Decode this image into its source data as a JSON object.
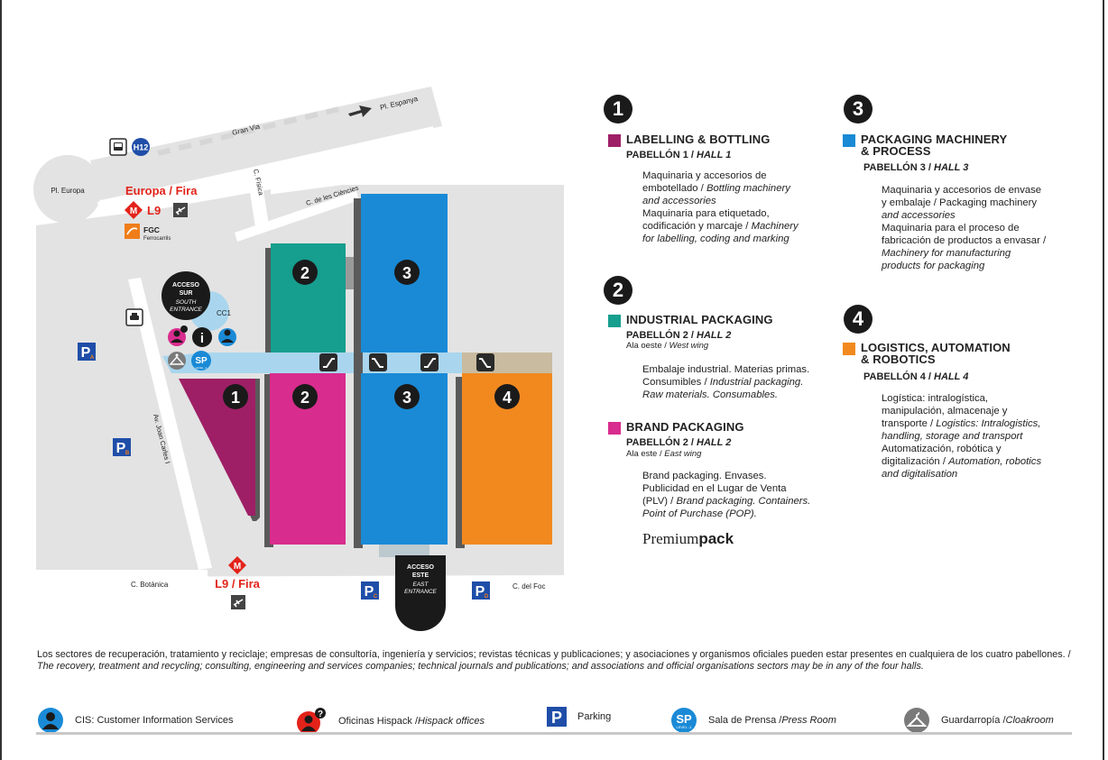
{
  "colors": {
    "hall1": "#9e1f66",
    "hall2_industrial": "#169e8e",
    "hall2_brand": "#d82c8e",
    "hall3": "#1a8ad6",
    "hall4": "#f2891f",
    "walkway": "#a9d6ee",
    "road": "#e3e3e3",
    "metro_red": "#e2231a",
    "fgc_orange": "#f07d19",
    "parking_blue": "#1f4ea8",
    "press_blue": "#1a8ad6"
  },
  "map": {
    "streets": {
      "gran_via": "Gran Via",
      "pl_espanya": "Pl. Espanya",
      "pl_europa": "Pl. Europa",
      "c_fisica": "C. Física",
      "c_ciencies": "C. de les Ciències",
      "av_joan_carles": "Av. Joan Carles I",
      "c_botanica": "C. Botànica",
      "c_foc": "C. del Foc"
    },
    "stations": {
      "europa_fira": "Europa / Fira",
      "l9_top": "L9",
      "l9_fira": "L9 / Fira",
      "fgc": "FGC",
      "ferrocarrils": "Ferrocarrils",
      "bus_line": "H12"
    },
    "south_entrance": {
      "line1": "ACCESO",
      "line2": "SUR",
      "line3": "SOUTH",
      "line4": "ENTRANCE"
    },
    "east_entrance": {
      "line1": "ACCESO",
      "line2": "ESTE",
      "line3": "EAST",
      "line4": "ENTRANCE"
    },
    "cc1": "CC1",
    "parking_letters": [
      "A",
      "B",
      "C",
      "D"
    ],
    "parking_symbol": "P",
    "level_text": "LEVEL -1",
    "sp": "SP",
    "info": "i",
    "hall_numbers": {
      "h1": "1",
      "h2a": "2",
      "h2b": "2",
      "h3a": "3",
      "h3b": "3",
      "h4": "4"
    }
  },
  "sections": [
    {
      "number": "1",
      "title": "LABELLING & BOTTLING",
      "pav": "PABELLÓN 1 / ",
      "hall": "HALL 1",
      "d1": "Maquinaria y accesorios de",
      "d2a": "embotellado / ",
      "d2b": "Bottling machinery",
      "d3": "and accessories",
      "d4": "Maquinaria para etiquetado,",
      "d5a": "codificación y marcaje / ",
      "d5b": "Machinery",
      "d6": "for labelling, coding and marking"
    },
    {
      "number": "2",
      "title": "INDUSTRIAL PACKAGING",
      "pav": "PABELLÓN 2 / ",
      "hall": "HALL 2",
      "wing_a": "Ala oeste / ",
      "wing_b": "West wing",
      "d1": "Embalaje industrial. Materias primas.",
      "d2a": "Consumibles / ",
      "d2b": "Industrial packaging.",
      "d3": "Raw materials. Consumables."
    },
    {
      "title": "BRAND PACKAGING",
      "pav": "PABELLÓN 2 / ",
      "hall": "HALL 2",
      "wing_a": "Ala este / ",
      "wing_b": "East wing",
      "d1": "Brand packaging. Envases.",
      "d2": "Publicidad en el Lugar de Venta",
      "d3a": "(PLV) / ",
      "d3b": "Brand packaging. Containers.",
      "d4": "Point of Purchase (POP).",
      "premium_a": "Premium",
      "premium_b": "pack"
    },
    {
      "number": "3",
      "title": "PACKAGING MACHINERY\n& PROCESS",
      "pav": "PABELLÓN 3 / ",
      "hall": "HALL 3",
      "d1": "Maquinaria y accesorios de envase",
      "d2": "y embalaje / Packaging machinery",
      "d3": "and accessories",
      "d4": "Maquinaria para el proceso de",
      "d5": "fabricación de productos a envasar /",
      "d6": "Machinery for manufacturing",
      "d7": "products for packaging"
    },
    {
      "number": "4",
      "title": "LOGISTICS, AUTOMATION\n& ROBOTICS",
      "pav": "PABELLÓN 4 / ",
      "hall": "HALL 4",
      "d1": "Logística: intralogística,",
      "d2": "manipulación, almacenaje y",
      "d3a": "transporte / ",
      "d3b": "Logistics: Intralogistics,",
      "d4": "handling, storage and transport",
      "d5": "Automatización, robótica y",
      "d6a": "digitalización / ",
      "d6b": "Automation, robotics",
      "d7": "and digitalisation"
    }
  ],
  "footnote": {
    "es": "Los sectores de recuperación, tratamiento y reciclaje; empresas de consultoría, ingeniería y servicios; revistas técnicas y publicaciones; y asociaciones y organismos oficiales pueden estar presentes en cualquiera de los cuatro pabellones. / ",
    "en": "The recovery, treatment and recycling; consulting, engineering and services companies; technical journals and publications; and associations and official organisations sectors may be in any of the four halls."
  },
  "legend": {
    "cis": "CIS: Customer Information Services",
    "hispack_a": "Oficinas Hispack / ",
    "hispack_b": "Hispack offices",
    "parking": "Parking",
    "press_a": "Sala de Prensa / ",
    "press_b": "Press Room",
    "cloak_a": "Guardarropía / ",
    "cloak_b": "Cloakroom"
  }
}
